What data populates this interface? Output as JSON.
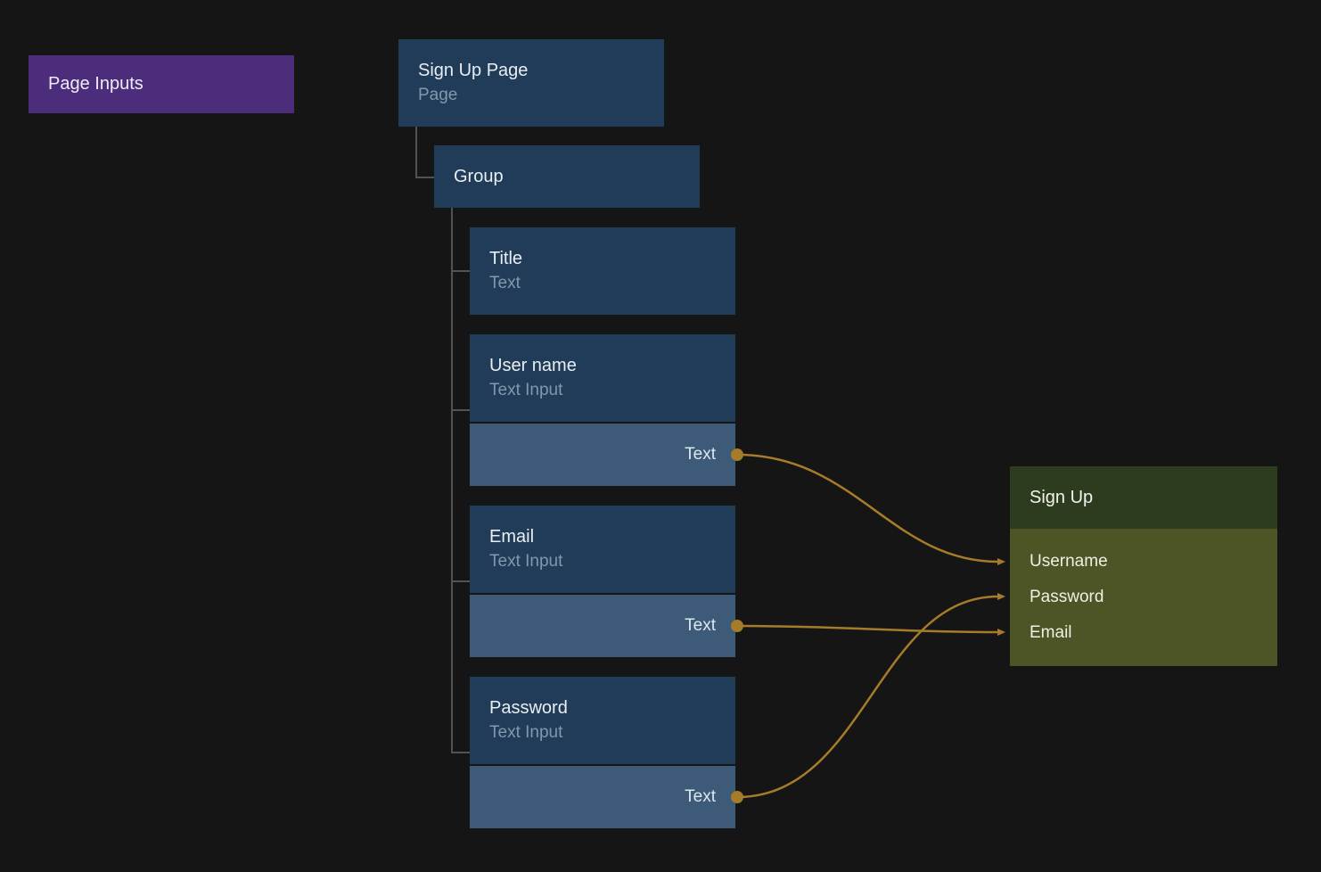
{
  "page_inputs": {
    "label": "Page Inputs"
  },
  "tree": {
    "root": {
      "title": "Sign Up Page",
      "subtitle": "Page"
    },
    "group": {
      "title": "Group"
    },
    "children": [
      {
        "title": "Title",
        "subtitle": "Text"
      },
      {
        "title": "User name",
        "subtitle": "Text Input",
        "port_label": "Text"
      },
      {
        "title": "Email",
        "subtitle": "Text Input",
        "port_label": "Text"
      },
      {
        "title": "Password",
        "subtitle": "Text Input",
        "port_label": "Text"
      }
    ]
  },
  "signup_node": {
    "title": "Sign Up",
    "rows": [
      {
        "label": "Username"
      },
      {
        "label": "Password"
      },
      {
        "label": "Email"
      }
    ]
  },
  "connections": [
    {
      "from": "User name / Text",
      "to": "Username"
    },
    {
      "from": "Email / Text",
      "to": "Email"
    },
    {
      "from": "Password / Text",
      "to": "Password"
    }
  ],
  "colors": {
    "background": "#151515",
    "accent_purple": "#4b2d7c",
    "node_blue": "#203c58",
    "node_blue_light": "#3d5a78",
    "olive_dark": "#2d3b1e",
    "olive": "#4d5526",
    "wire_gold": "#a67c2a",
    "tree_line_gray": "#4d5359"
  }
}
